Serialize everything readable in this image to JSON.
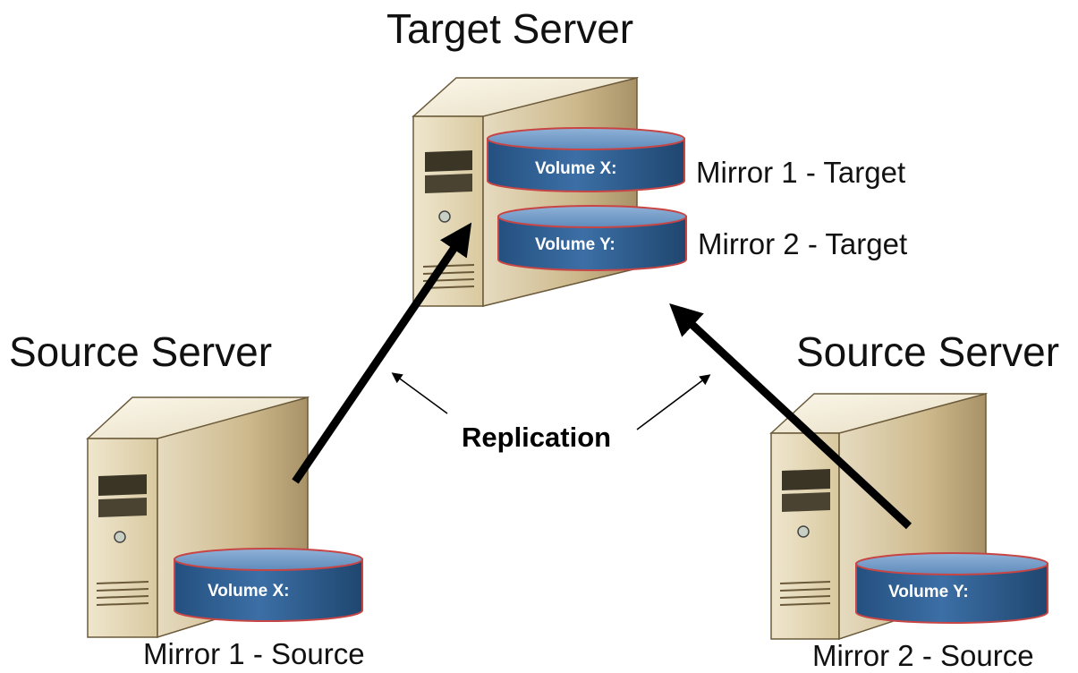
{
  "target_server": {
    "title": "Target Server",
    "volumes": [
      {
        "label": "Volume X:",
        "caption": "Mirror 1 - Target"
      },
      {
        "label": "Volume Y:",
        "caption": "Mirror 2 - Target"
      }
    ]
  },
  "source_server_left": {
    "title": "Source Server",
    "volume": {
      "label": "Volume X:"
    },
    "caption": "Mirror 1 - Source"
  },
  "source_server_right": {
    "title": "Source Server",
    "volume": {
      "label": "Volume Y:"
    },
    "caption": "Mirror 2 - Source"
  },
  "replication_label": "Replication",
  "colors": {
    "volume_fill": "#2f5e92",
    "volume_top": "#6f97c4",
    "volume_rim": "#d24a4a",
    "server_body": "#e3d6b3",
    "server_side": "#b9a57a",
    "arrow": "#000000"
  }
}
